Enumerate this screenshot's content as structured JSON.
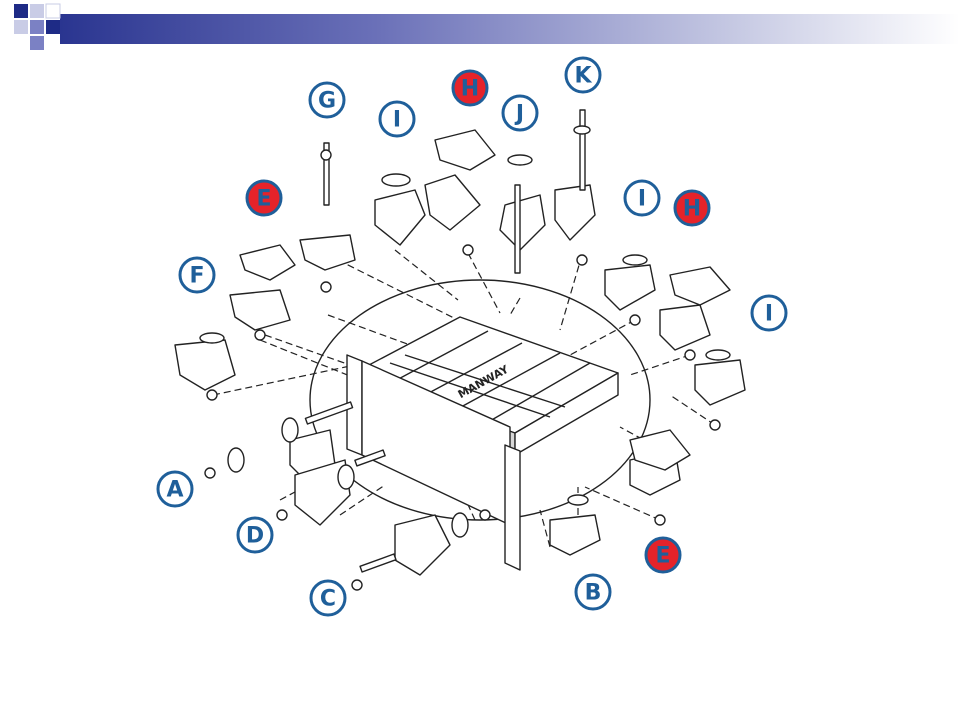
{
  "theme": {
    "header_dark": "#1e2b86",
    "header_mid": "#7b81c4",
    "header_light": "#c9cce6",
    "callout_ring": "#1f5f9a",
    "callout_default_fill": "#ffffff",
    "callout_highlight_fill": "#e5232a",
    "highlight_text": "#1f5f9a"
  },
  "deck": {
    "label": "MANWAY"
  },
  "callouts": [
    {
      "id": "G",
      "label": "G",
      "highlighted": false
    },
    {
      "id": "I1",
      "label": "I",
      "highlighted": false
    },
    {
      "id": "H1",
      "label": "H",
      "highlighted": true
    },
    {
      "id": "J",
      "label": "J",
      "highlighted": false
    },
    {
      "id": "K",
      "label": "K",
      "highlighted": false
    },
    {
      "id": "E1",
      "label": "E",
      "highlighted": true
    },
    {
      "id": "I2",
      "label": "I",
      "highlighted": false
    },
    {
      "id": "H2",
      "label": "H",
      "highlighted": true
    },
    {
      "id": "F",
      "label": "F",
      "highlighted": false
    },
    {
      "id": "I3",
      "label": "I",
      "highlighted": false
    },
    {
      "id": "A",
      "label": "A",
      "highlighted": false
    },
    {
      "id": "D",
      "label": "D",
      "highlighted": false
    },
    {
      "id": "C",
      "label": "C",
      "highlighted": false
    },
    {
      "id": "B",
      "label": "B",
      "highlighted": false
    },
    {
      "id": "E2",
      "label": "E",
      "highlighted": true
    }
  ]
}
